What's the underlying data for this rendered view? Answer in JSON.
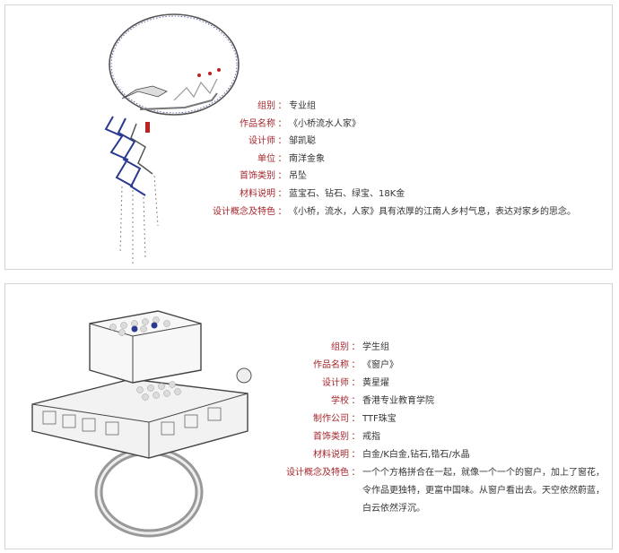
{
  "colors": {
    "label": "#a4262c",
    "value": "#333333",
    "border": "#d4d4d4"
  },
  "entry1": {
    "image": "necklace-jewelry-image",
    "fields": [
      {
        "label": "组别",
        "value": "专业组"
      },
      {
        "label": "作品名称",
        "value": "《小桥流水人家》"
      },
      {
        "label": "设计师",
        "value": "邹凯聪"
      },
      {
        "label": "单位",
        "value": "南洋金象"
      },
      {
        "label": "首饰类别",
        "value": "吊坠"
      },
      {
        "label": "材料说明",
        "value": "蓝宝石、钻石、绿宝、18K金"
      },
      {
        "label": "设计概念及特色",
        "value": "《小桥，流水，人家》具有浓厚的江南人乡村气息，表达对家乡的思念。"
      }
    ]
  },
  "entry2": {
    "image": "ring-jewelry-image",
    "fields": [
      {
        "label": "组别",
        "value": "学生组"
      },
      {
        "label": "作品名称",
        "value": "《窗户》"
      },
      {
        "label": "设计师",
        "value": "黄星燿"
      },
      {
        "label": "学校",
        "value": "香港专业教育学院"
      },
      {
        "label": "制作公司",
        "value": "TTF珠宝"
      },
      {
        "label": "首饰类别",
        "value": "戒指"
      },
      {
        "label": "材料说明",
        "value": "白金/K白金,钻石,锆石/水晶"
      },
      {
        "label": "设计概念及特色",
        "value": "一个个方格拼合在一起，就像一个一个的窗户，加上了窗花，令作品更独特，更富中国味。从窗户看出去。天空依然蔚蓝，白云依然浮沉。"
      }
    ]
  }
}
